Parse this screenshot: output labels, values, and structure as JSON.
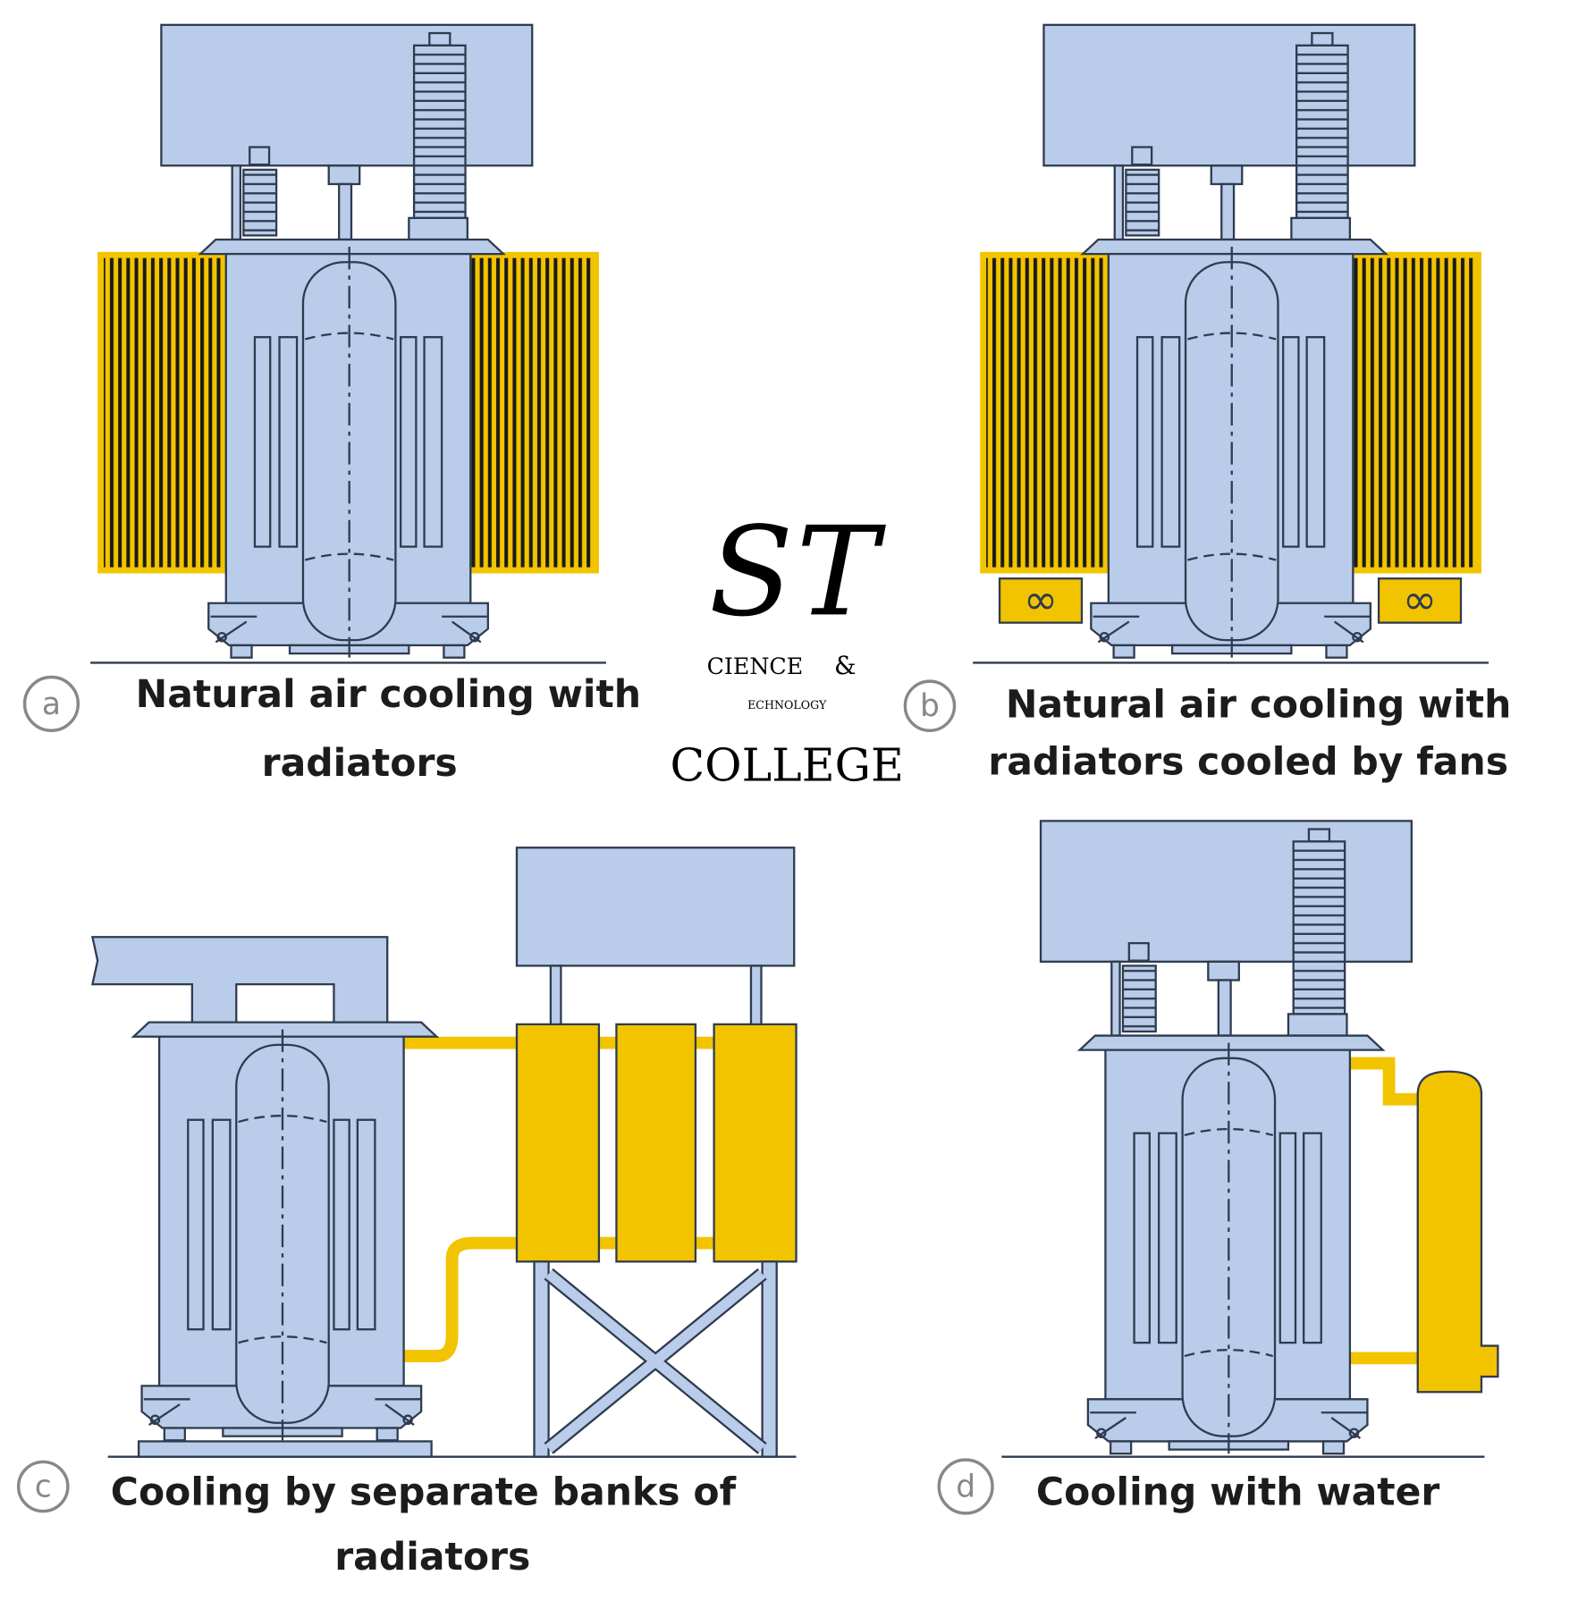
{
  "panels": [
    {
      "letter": "a",
      "caption_lines": [
        "Natural air cooling with",
        "radiators"
      ]
    },
    {
      "letter": "b",
      "caption_lines": [
        "Natural air cooling with",
        "radiators cooled by fans"
      ]
    },
    {
      "letter": "c",
      "caption_lines": [
        "Cooling by separate banks of",
        "radiators"
      ]
    },
    {
      "letter": "d",
      "caption_lines": [
        "Cooling with water"
      ]
    }
  ],
  "logo": {
    "s": "S",
    "t": "T",
    "science": "CIENCE",
    "ampersand": "&",
    "technology": "ECHNOLOGY",
    "college": "COLLEGE"
  },
  "colors": {
    "tank": "#b9cce9",
    "radiator": "#f2c400",
    "outline": "#2f3b4f"
  }
}
